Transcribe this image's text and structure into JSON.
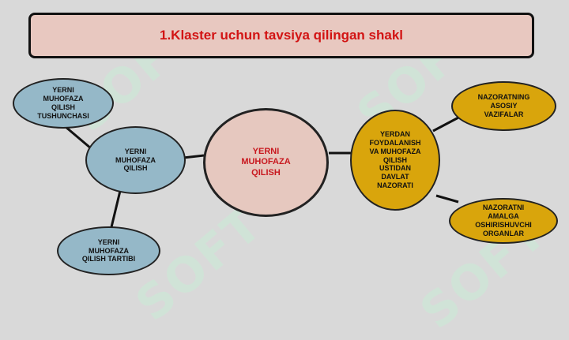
{
  "title": "1.Klaster uchun tavsiya qilingan shakl",
  "watermark": "SOFT",
  "colors": {
    "title_text": "#d21414",
    "center_fill": "#e6c8bf",
    "blue_fill": "#95b8c8",
    "gold_fill": "#d9a50c",
    "background": "#d9d9d9"
  },
  "nodes": {
    "center": "YERNI\nMUHOFAZA\nQILISH",
    "left_main": "YERNI\nMUHOFAZA\nQILISH",
    "left_top": "YERNI\nMUHOFAZA\nQILISH\nTUSHUNCHASI",
    "left_bottom": "YERNI\nMUHOFAZA\nQILISH TARTIBI",
    "right_main": "YERDAN\nFOYDALANISH\nVA MUHOFAZA\nQILISH\nUSTIDAN\nDAVLAT\nNAZORATI",
    "right_top": "NAZORATNING\nASOSIY\nVAZIFALAR",
    "right_bottom": "NAZORATNI\nAMALGA\nOSHIRISHUVCHI\nORGANLAR"
  }
}
